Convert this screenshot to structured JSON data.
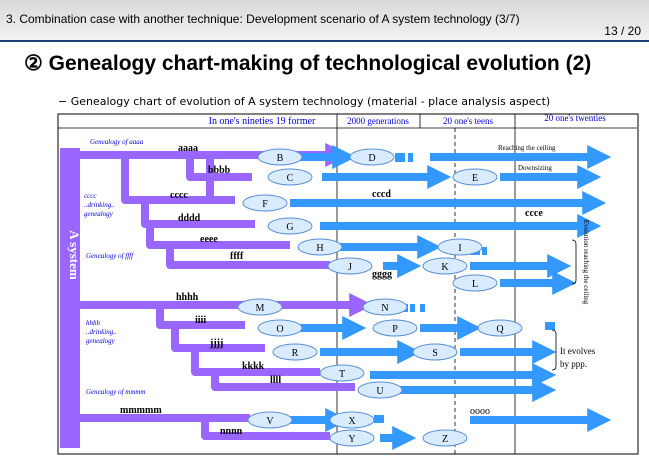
{
  "header": {
    "title": "3. Combination case with another technique: Development scenario of A system technology (3/7)",
    "page_number": "13 / 20"
  },
  "main_title": "② Genealogy chart-making of technological evolution (2)",
  "subtitle": "−  Genealogy chart of evolution of A system technology (material - place analysis aspect)",
  "colors": {
    "purple": "#9966ff",
    "blue": "#3399ff",
    "node_fill": "#d9ecff",
    "node_border": "#5b8fd6",
    "header_line": "#1f3f7a"
  },
  "periods": [
    "In one's nineties 19 former",
    "2000 generations",
    "20 one's teens",
    "20 one's twenties"
  ],
  "trunk_label": "A system",
  "genealogy_labels": {
    "aaaa": "Genealogy of aaaa",
    "cccc": "cccc\n..drinking..\ngenealogy",
    "ffff": "Genealogy of ffff",
    "hhhh": "hhhh\n..drinking..\ngenealogy",
    "mmmm": "Genealogy of mmmm"
  },
  "branch_labels": {
    "aaaa": "aaaa",
    "bbbb": "bbbb",
    "cccc": "cccc",
    "dddd": "dddd",
    "eeee": "eeee",
    "ffff": "ffff",
    "gggg": "gggg",
    "hhhh": "hhhh",
    "iiii": "iiii",
    "jjjj": "jjjj",
    "kkkk": "kkkk",
    "llll": "llll",
    "mmmm": "mmmmm",
    "nnnn": "nnnn",
    "cccd": "cccd",
    "ccce": "ccce",
    "oooo": "oooo"
  },
  "nodes": [
    "B",
    "C",
    "D",
    "E",
    "F",
    "G",
    "H",
    "I",
    "J",
    "K",
    "L",
    "M",
    "N",
    "O",
    "P",
    "Q",
    "R",
    "S",
    "T",
    "U",
    "V",
    "X",
    "Y",
    "Z"
  ],
  "annotations": {
    "reaching_ceiling": "Reaching the ceiling",
    "downsizing": "Downsizing",
    "evolution_reaching": "Evolution reaching the ceiling",
    "evolves_line1": "It evolves",
    "evolves_line2": "by ppp."
  }
}
